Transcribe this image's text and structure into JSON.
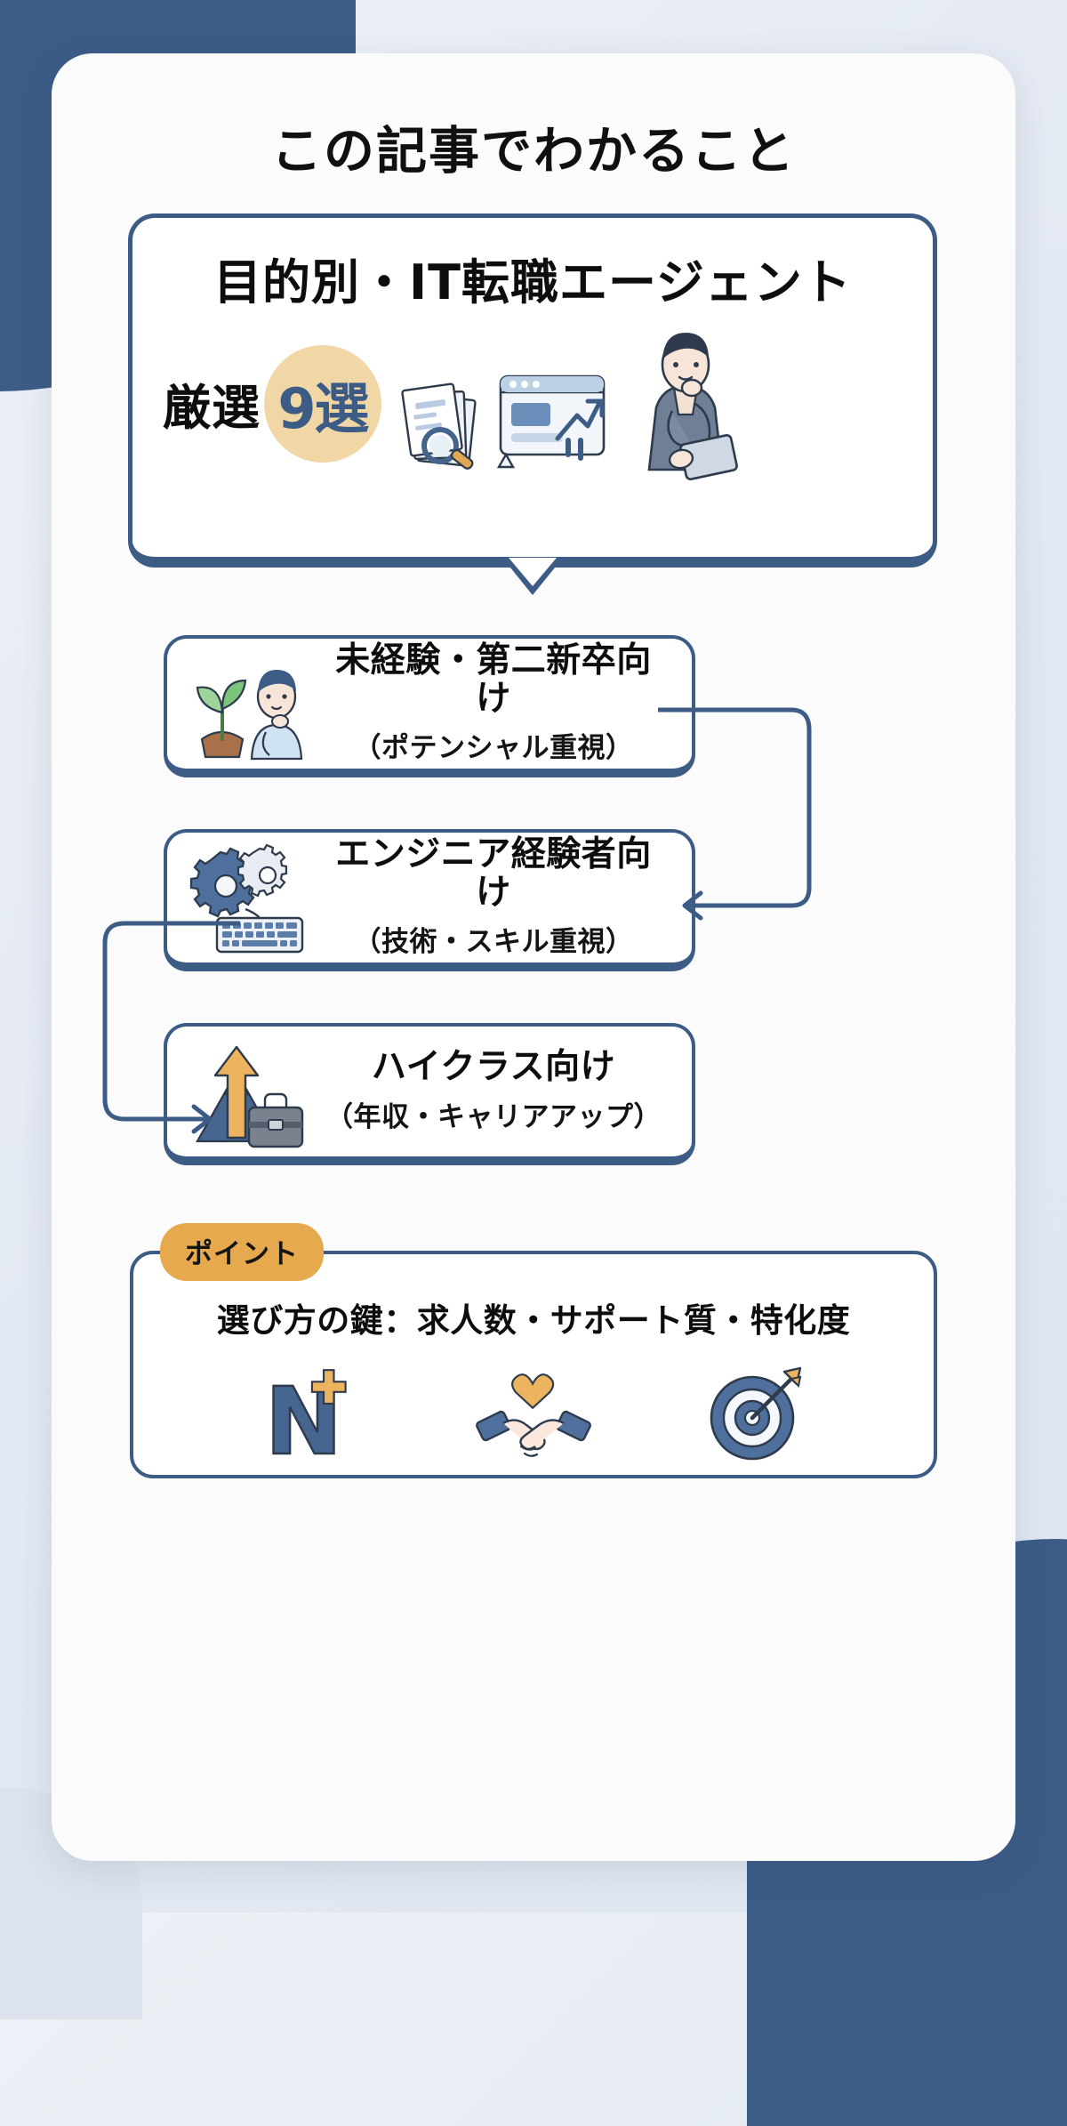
{
  "theme": {
    "navy": "#3c5c86",
    "tan": "#f2d7a6",
    "orange": "#e6a94e",
    "card_bg": "#ffffff",
    "page_bg": "#fbfbfb"
  },
  "page_title": "この記事でわかること",
  "hero": {
    "line1": "目的別・IT転職エージェント",
    "gensen_label": "厳選",
    "badge_number": "9選",
    "icons": [
      "document-magnifier-icon",
      "growth-chart-window-icon",
      "thinking-businessman-icon"
    ]
  },
  "steps": [
    {
      "icon": "sprout-thinking-person-icon",
      "title": "未経験・第二新卒向け",
      "sub": "（ポテンシャル重視）"
    },
    {
      "icon": "gears-keyboard-icon",
      "title": "エンジニア経験者向け",
      "sub": "（技術・スキル重視）"
    },
    {
      "icon": "mountain-arrow-briefcase-icon",
      "title": "ハイクラス向け",
      "sub": "（年収・キャリアアップ）"
    }
  ],
  "point": {
    "badge": "ポイント",
    "line": "選び方の鍵：求人数・サポート質・特化度",
    "icons": [
      "n-plus-icon",
      "handshake-heart-icon",
      "target-dart-icon"
    ]
  }
}
